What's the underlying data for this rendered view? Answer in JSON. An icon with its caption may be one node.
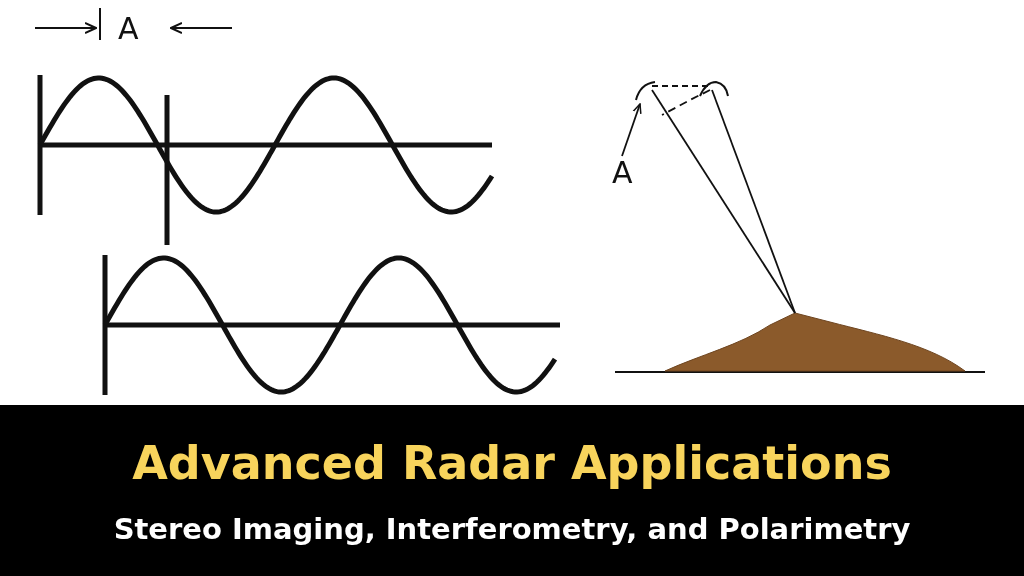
{
  "diagram": {
    "title": "Advanced Radar Applications",
    "caption": "Stereo Imaging, Interferometry, and Polarimetry",
    "nodes": [
      {
        "text": [
          "A"
        ]
      },
      {
        "text": [],
        "shape": "picture"
      },
      {
        "text": [],
        "shape": "picture"
      },
      {
        "text": [],
        "shape": "picture"
      }
    ],
    "edges": [
      {
        "from": 0,
        "to": 1,
        "arrow": "to"
      },
      {
        "from": 1,
        "to": 2,
        "arrow": "none",
        "style": "dashed"
      },
      {
        "from": 1,
        "to": 3,
        "arrow": "none"
      },
      {
        "from": 2,
        "to": 3,
        "arrow": "none"
      }
    ],
    "labels": [
      "A"
    ]
  }
}
